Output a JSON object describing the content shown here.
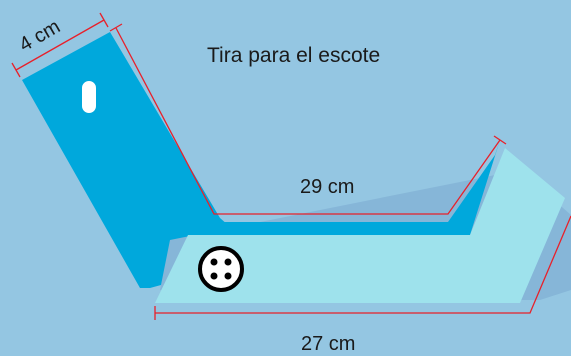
{
  "title": "Tira para el escote",
  "dimensions": {
    "width_label": "4 cm",
    "inner_length_label": "29 cm",
    "outer_length_label": "27 cm"
  },
  "colors": {
    "background": "#94c6e2",
    "strip_dark": "#00a8dc",
    "strip_light": "#9ee2ec",
    "strip_shadow": "#86b6d8",
    "measure_line": "#e8202a",
    "button_fill": "#ffffff",
    "button_outline": "#000000"
  },
  "icons": {
    "slot": "buttonhole-slot",
    "button": "four-hole-button-icon"
  }
}
